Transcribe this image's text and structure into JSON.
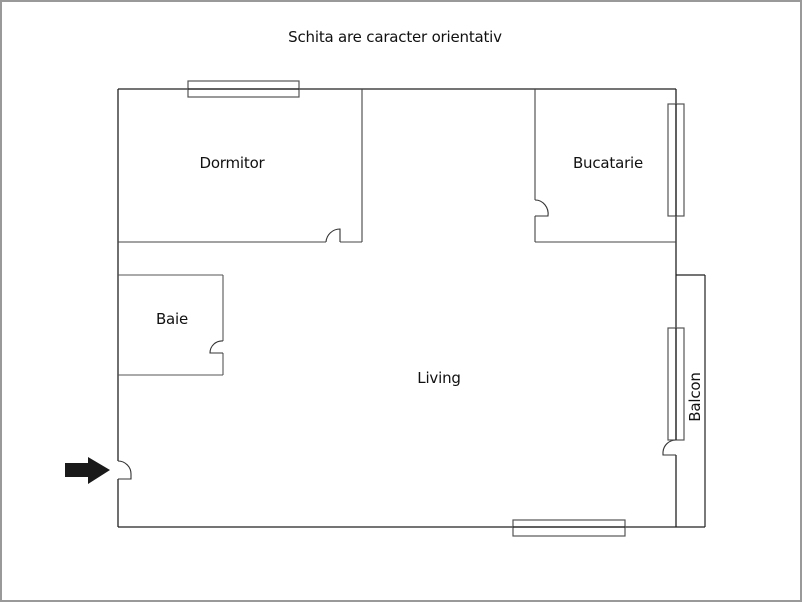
{
  "title": "Schita are caracter orientativ",
  "rooms": [
    {
      "id": "dormitor",
      "label": "Dormitor"
    },
    {
      "id": "bucatarie",
      "label": "Bucatarie"
    },
    {
      "id": "baie",
      "label": "Baie"
    },
    {
      "id": "living",
      "label": "Living"
    },
    {
      "id": "balcon",
      "label": "Balcon"
    }
  ],
  "entrance": {
    "icon": "arrow-right-icon",
    "description": "entry arrow"
  },
  "colors": {
    "wall": "#222222",
    "inner_wall": "#555555",
    "window": "#555555",
    "frame": "#999999",
    "arrow": "#1a1a1a"
  }
}
